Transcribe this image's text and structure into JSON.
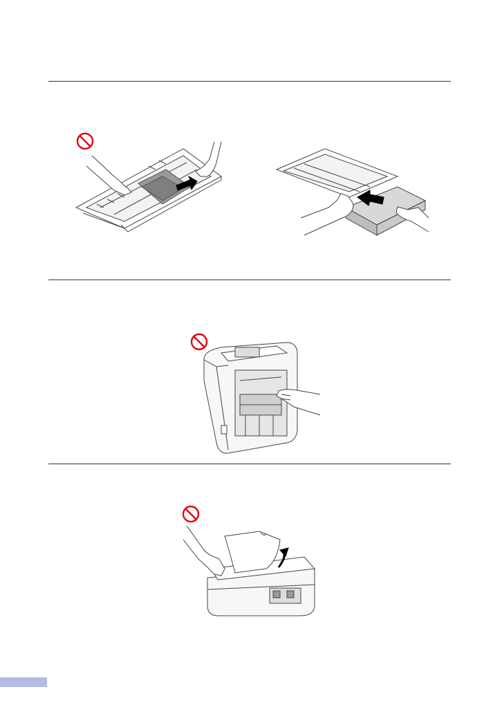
{
  "page": {
    "background": "#ffffff",
    "rule_color": "#333333",
    "warning_color": "#e60012",
    "tab_color": "#b4bbe6"
  },
  "icons": {
    "prohibition": "no-entry-sign-icon",
    "direction": "arrow-icon"
  },
  "sections": [
    {
      "id": "paper-tray",
      "illustrations": [
        "tray-incorrect",
        "tray-correct"
      ]
    },
    {
      "id": "printer-back",
      "illustrations": [
        "printer-back-incorrect"
      ]
    },
    {
      "id": "scanner-cover",
      "illustrations": [
        "scanner-cover-incorrect"
      ]
    }
  ]
}
